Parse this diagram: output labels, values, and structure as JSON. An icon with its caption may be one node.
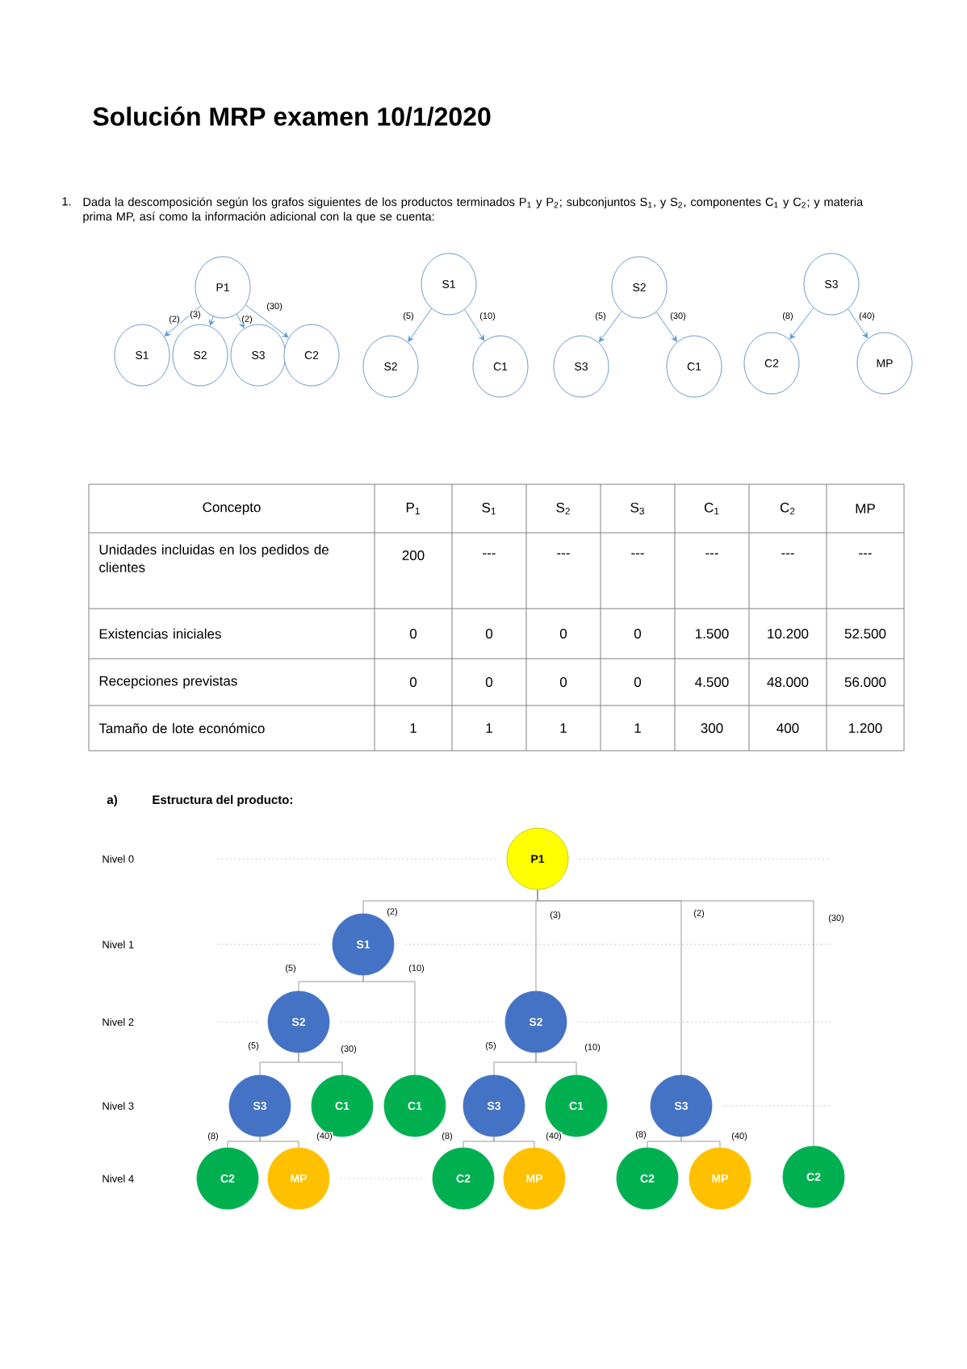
{
  "diagram": {
    "title": "Solución MRP examen 10/1/2020",
    "nodes": [
      {
        "text": [
          "P1"
        ]
      },
      {
        "text": [
          "S1"
        ]
      },
      {
        "text": [
          "S2"
        ]
      },
      {
        "text": [
          "S3"
        ]
      },
      {
        "text": [
          "C2"
        ]
      },
      {
        "text": [
          "S1"
        ]
      },
      {
        "text": [
          "S2"
        ]
      },
      {
        "text": [
          "C1"
        ]
      },
      {
        "text": [
          "S2"
        ]
      },
      {
        "text": [
          "S3"
        ]
      },
      {
        "text": [
          "C1"
        ]
      },
      {
        "text": [
          "S3"
        ]
      },
      {
        "text": [
          "C2"
        ]
      },
      {
        "text": [
          "MP"
        ]
      },
      {
        "text": [
          "P1"
        ]
      },
      {
        "text": [
          "S1"
        ]
      },
      {
        "text": [
          "S2"
        ]
      },
      {
        "text": [
          "S2"
        ]
      },
      {
        "text": [
          "S3"
        ]
      },
      {
        "text": [
          "C1"
        ]
      },
      {
        "text": [
          "C1"
        ]
      },
      {
        "text": [
          "S3"
        ]
      },
      {
        "text": [
          "C1"
        ]
      },
      {
        "text": [
          "S3"
        ]
      },
      {
        "text": [
          "C2"
        ]
      },
      {
        "text": [
          "MP"
        ]
      },
      {
        "text": [
          "C2"
        ]
      },
      {
        "text": [
          "MP"
        ]
      },
      {
        "text": [
          "C2"
        ]
      },
      {
        "text": [
          "MP"
        ]
      },
      {
        "text": [
          "C2"
        ]
      }
    ],
    "edges": [
      {
        "from": 0,
        "to": 1,
        "arrow": "to",
        "label": "(2)",
        "color": "#5b9bd5"
      },
      {
        "from": 0,
        "to": 2,
        "arrow": "to",
        "label": "(3)",
        "color": "#5b9bd5"
      },
      {
        "from": 0,
        "to": 3,
        "arrow": "to",
        "label": "(2)",
        "color": "#5b9bd5"
      },
      {
        "from": 0,
        "to": 4,
        "arrow": "to",
        "label": "(30)",
        "color": "#5b9bd5"
      },
      {
        "from": 5,
        "to": 6,
        "arrow": "to",
        "label": "(5)",
        "color": "#5b9bd5"
      },
      {
        "from": 5,
        "to": 7,
        "arrow": "to",
        "label": "(10)",
        "color": "#5b9bd5"
      },
      {
        "from": 8,
        "to": 9,
        "arrow": "to",
        "label": "(5)",
        "color": "#5b9bd5"
      },
      {
        "from": 8,
        "to": 10,
        "arrow": "to",
        "label": "(30)",
        "color": "#5b9bd5"
      },
      {
        "from": 11,
        "to": 12,
        "arrow": "to",
        "label": "(8)",
        "color": "#5b9bd5"
      },
      {
        "from": 11,
        "to": 13,
        "arrow": "to",
        "label": "(40)",
        "color": "#5b9bd5"
      },
      {
        "from": 14,
        "to": 15,
        "arrow": "none",
        "label": "(2)"
      },
      {
        "from": 14,
        "to": 17,
        "arrow": "none",
        "label": "(3)"
      },
      {
        "from": 14,
        "to": 23,
        "arrow": "none",
        "label": "(2)"
      },
      {
        "from": 14,
        "to": 30,
        "arrow": "none",
        "label": "(30)"
      },
      {
        "from": 15,
        "to": 16,
        "arrow": "none",
        "label": "(5)"
      },
      {
        "from": 15,
        "to": 20,
        "arrow": "none",
        "label": "(10)"
      },
      {
        "from": 16,
        "to": 18,
        "arrow": "none",
        "label": "(5)"
      },
      {
        "from": 16,
        "to": 19,
        "arrow": "none",
        "label": "(30)"
      },
      {
        "from": 17,
        "to": 21,
        "arrow": "none",
        "label": "(5)"
      },
      {
        "from": 17,
        "to": 22,
        "arrow": "none",
        "label": "(10)"
      },
      {
        "from": 18,
        "to": 24,
        "arrow": "none",
        "label": "(8)"
      },
      {
        "from": 18,
        "to": 25,
        "arrow": "none",
        "label": "(40)"
      },
      {
        "from": 21,
        "to": 26,
        "arrow": "none",
        "label": "(8)"
      },
      {
        "from": 21,
        "to": 27,
        "arrow": "none",
        "label": "(40)"
      },
      {
        "from": 23,
        "to": 28,
        "arrow": "none",
        "label": "(8)"
      },
      {
        "from": 23,
        "to": 29,
        "arrow": "none",
        "label": "(40)"
      }
    ],
    "labels": [
      "1.",
      "Dada la descomposición según los grafos siguientes de los productos terminados P$_{1}$ y P$_{2}$; subconjuntos S$_{1}$, y S$_{2}$, componentes C$_{1}$ y C$_{2}$; y materia prima MP, así como la información adicional con la que se cuenta:",
      "Concepto",
      "P$_{1}$",
      "S$_{1}$",
      "S$_{2}$",
      "S$_{3}$",
      "C$_{1}$",
      "C$_{2}$",
      "MP",
      "Unidades incluidas en los pedidos de clientes",
      "200",
      "---",
      "---",
      "---",
      "---",
      "---",
      "---",
      "Existencias iniciales",
      "0",
      "0",
      "0",
      "0",
      "1.500",
      "10.200",
      "52.500",
      "Recepciones previstas",
      "0",
      "0",
      "0",
      "0",
      "4.500",
      "48.000",
      "56.000",
      "Tamaño de lote económico",
      "1",
      "1",
      "1",
      "1",
      "300",
      "400",
      "1.200",
      "a)",
      "Estructura del producto:",
      "Nivel 0",
      "Nivel 1",
      "Nivel 2",
      "Nivel 3",
      "Nivel 4"
    ]
  }
}
